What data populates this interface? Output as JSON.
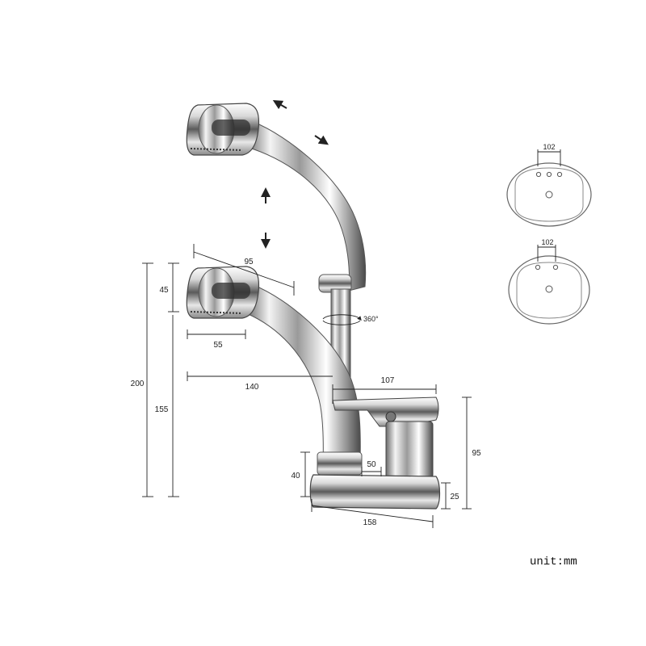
{
  "dimensions": {
    "spout_reach": "95",
    "head_height": "45",
    "head_length": "55",
    "total_height": "200",
    "spout_height": "155",
    "spout_to_body": "140",
    "body_width": "107",
    "body_height": "95",
    "inlet_height": "40",
    "center_offset": "50",
    "base_height": "25",
    "base_length": "158",
    "rotation": "360°"
  },
  "basin_views": [
    {
      "hole_spacing": "102"
    },
    {
      "hole_spacing": "102"
    }
  ],
  "unit_label": "unit:mm",
  "colors": {
    "chrome_light": "#f4f4f4",
    "chrome_mid": "#b8b8b8",
    "chrome_dark": "#3a3a3a",
    "line": "#222222"
  },
  "icons": [
    "pull-direction-arrows-icon",
    "lift-direction-arrows-icon",
    "rotation-arrow-icon"
  ]
}
